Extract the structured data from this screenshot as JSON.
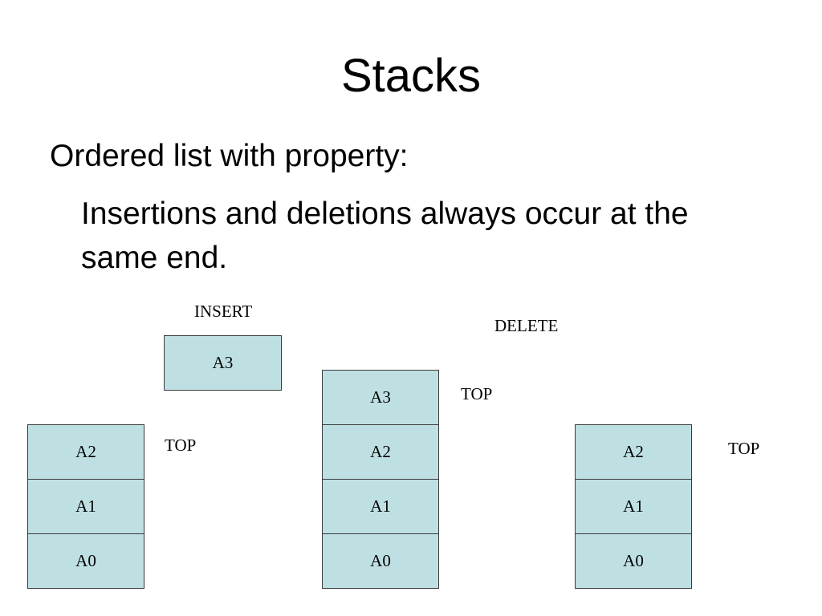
{
  "slide": {
    "title": "Stacks",
    "bullet_1": "Ordered list with property:",
    "bullet_2": "Insertions and deletions always occur at the same end."
  },
  "colors": {
    "cell_fill": "#bfe0e3",
    "cell_border": "#3a3a3a"
  },
  "diagram": {
    "labels": {
      "insert": "INSERT",
      "delete": "DELETE",
      "top": "TOP"
    },
    "incoming": "A3",
    "stack_1": [
      "A2",
      "A1",
      "A0"
    ],
    "stack_2": [
      "A3",
      "A2",
      "A1",
      "A0"
    ],
    "stack_3": [
      "A2",
      "A1",
      "A0"
    ]
  }
}
